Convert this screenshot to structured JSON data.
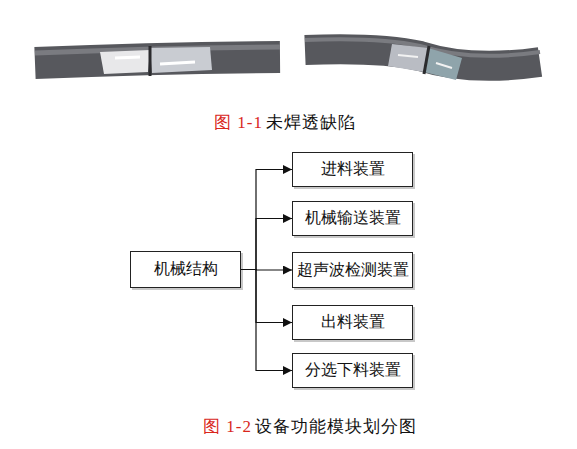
{
  "diagram": {
    "nodes": [
      {
        "text": [
          "机械结构"
        ]
      },
      {
        "text": [
          "进料装置"
        ]
      },
      {
        "text": [
          "机械输送装置"
        ]
      },
      {
        "text": [
          "超声波检测装置"
        ]
      },
      {
        "text": [
          "出料装置"
        ]
      },
      {
        "text": [
          "分选下料装置"
        ]
      }
    ],
    "edges": [
      {
        "from": 0,
        "to": 1,
        "arrow": "to"
      },
      {
        "from": 0,
        "to": 2,
        "arrow": "to"
      },
      {
        "from": 0,
        "to": 3,
        "arrow": "to"
      },
      {
        "from": 0,
        "to": 4,
        "arrow": "to"
      },
      {
        "from": 0,
        "to": 5,
        "arrow": "to"
      }
    ],
    "labels": [
      "图 1-1",
      "未焊透缺陷",
      "图 1-2",
      "设备功能模块划分图"
    ]
  }
}
